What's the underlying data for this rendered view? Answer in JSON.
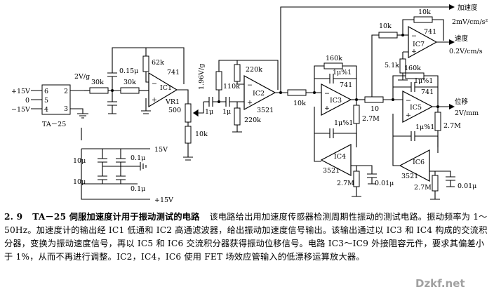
{
  "figure": {
    "number": "2. 9",
    "title": "TA－25 伺服加速度计用于振动测试的电路",
    "caption": "该电路给出用加速度传感器检测周期性振动的测试电路。振动频率为 1～50Hz。加速度计的输出经 IC1 低通和 IC2 高通滤波器，给出振动加速度信号输出。该输出通过以 IC3 和 IC4 构成的交流积分器，变换为振动速度信号，再以 IC5 和 IC6 交流积分器获得振动位移信号。电路 IC3～IC9 外接阻容元件，要求其偏差小于 1%，从而不再进行调整。IC2，IC4，IC6 使用 FET 场效应管输入的低漂移运算放大器。"
  },
  "circuit": {
    "sensor": {
      "label": "TA－25",
      "pins": [
        "6",
        "5",
        "4",
        "2",
        "3"
      ],
      "supplies": [
        "+15V",
        "0",
        "−15V"
      ]
    },
    "gain_label": "2V/g",
    "gain2_label": "1.96V/g",
    "opamps": {
      "ic1": {
        "label": "IC1",
        "type": "741"
      },
      "ic2": {
        "label": "IC2",
        "type": "3521"
      },
      "ic3": {
        "label": "IC3",
        "type": "741"
      },
      "ic4": {
        "label": "IC4",
        "type": "3521"
      },
      "ic5": {
        "label": "IC5",
        "type": "741"
      },
      "ic6": {
        "label": "IC6",
        "type": "3521"
      },
      "ic7": {
        "label": "IC7",
        "type": "741"
      }
    },
    "components": {
      "r_30k_a": "30k",
      "r_30k_b": "30k",
      "c_015u": "0.15μ",
      "r_62k": "62k",
      "vr1": "VR1",
      "vr1_val": "500",
      "r_10k_vr": "10k",
      "c_1u_a": "1μ",
      "c_1u_b": "1μ",
      "r_110k": "110k",
      "r_220k_a": "220k",
      "r_220k_b": "220k",
      "r_10k_ic3": "10k",
      "r_160k_a": "160k",
      "c_1u_3": "1μ%1",
      "c_1u_4": "1μ%1",
      "r_27m_a": "2.7M",
      "r_27m_b": "2.7M",
      "c_001u_a": "0.01μ",
      "r_10_ic5": "10",
      "r_160k_b": "160k",
      "c_1u_5": "1μ%1",
      "c_1u_6": "1μ%1",
      "r_27m_c": "2.7M",
      "r_27m_d": "2.7M",
      "c_001u_b": "0.01μ",
      "r_10k_ic7a": "10k",
      "r_10k_ic7b": "10k",
      "r_51k": "5.1k",
      "psu_c1": "10μ",
      "psu_c2": "0.1μ",
      "psu_c3": "10μ",
      "psu_c4": "0.1μ",
      "psu_pos": "15V",
      "psu_neg": "+15V"
    },
    "outputs": {
      "accel": "加速度",
      "accel_unit": "2mV/cm/s²",
      "velocity": "速度",
      "velocity_unit": "0.2V/cm/s",
      "displacement": "位移",
      "displacement_unit": "2V/mm"
    }
  },
  "watermark": "Dzkf.net"
}
